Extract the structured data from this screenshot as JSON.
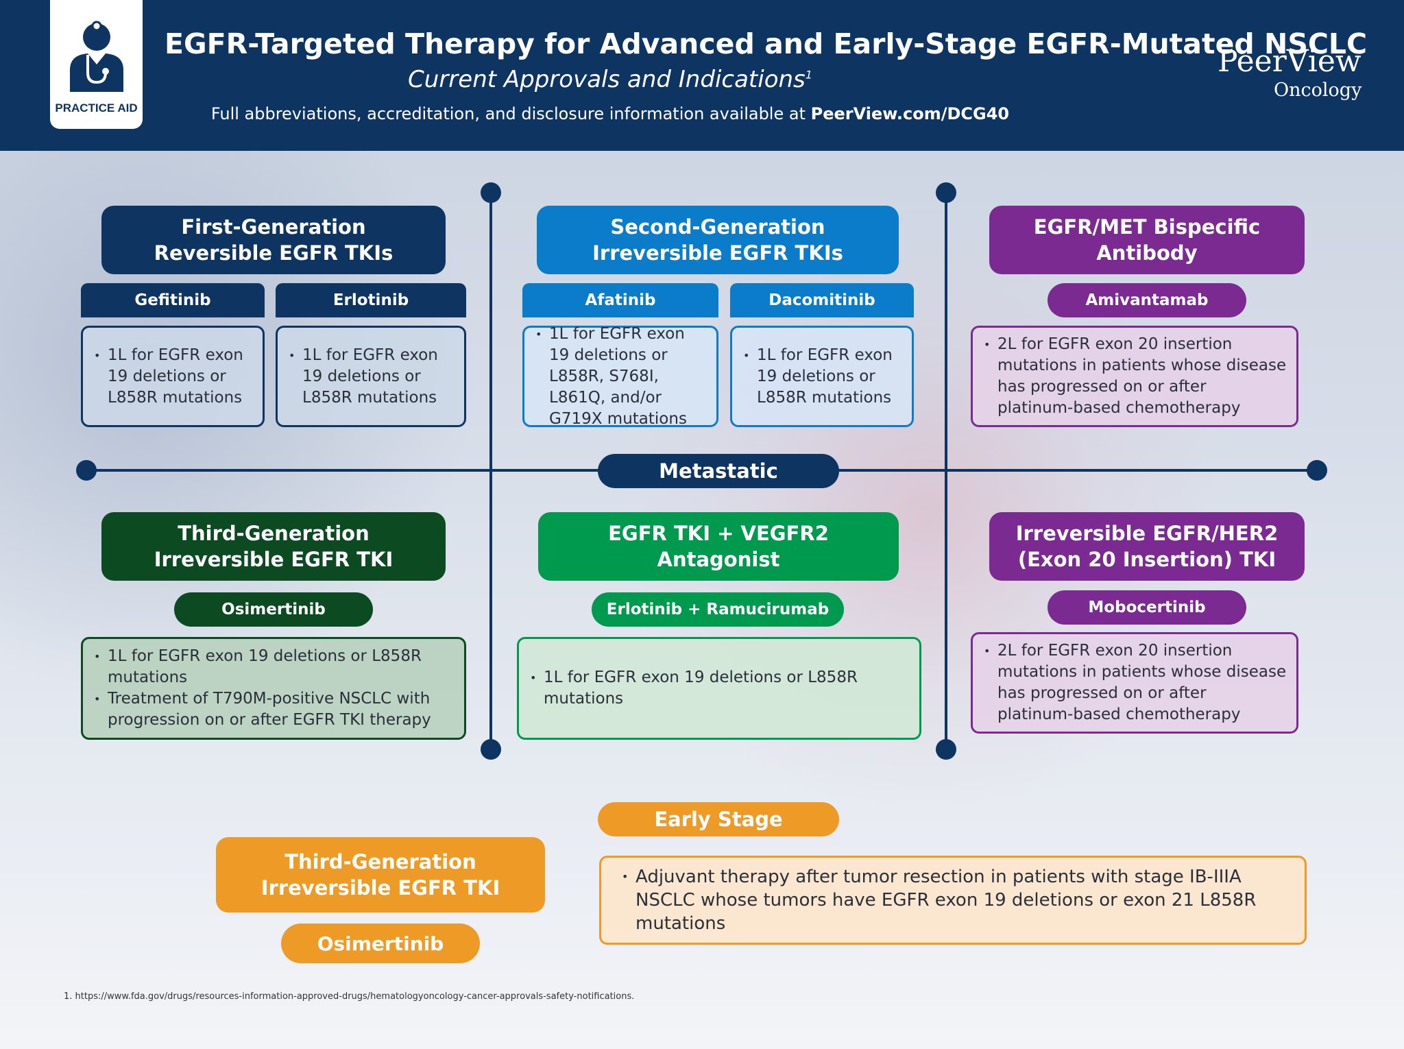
{
  "header": {
    "badge_label": "PRACTICE AID",
    "title": "EGFR-Targeted Therapy for Advanced and Early-Stage EGFR-Mutated NSCLC",
    "subtitle": "Current Approvals and Indications",
    "subtitle_ref": "1",
    "note_text": "Full abbreviations, accreditation, and disclosure information available at ",
    "note_link": "PeerView.com/DCG40",
    "brand_name": "PeerView",
    "brand_sub": "Oncology"
  },
  "sections": {
    "metastatic": "Metastatic",
    "early_stage": "Early Stage"
  },
  "metastatic": {
    "first_gen": {
      "title_line1": "First-Generation",
      "title_line2": "Reversible EGFR TKIs",
      "drugs": [
        {
          "name": "Gefitinib",
          "indications": [
            "1L for EGFR exon 19 deletions or L858R mutations"
          ]
        },
        {
          "name": "Erlotinib",
          "indications": [
            "1L for EGFR exon 19 deletions or L858R mutations"
          ]
        }
      ]
    },
    "second_gen": {
      "title_line1": "Second-Generation",
      "title_line2": "Irreversible EGFR TKIs",
      "drugs": [
        {
          "name": "Afatinib",
          "indications": [
            "1L for EGFR exon 19 deletions or L858R, S768I, L861Q, and/or G719X mutations"
          ]
        },
        {
          "name": "Dacomitinib",
          "indications": [
            "1L for EGFR exon 19 deletions or L858R mutations"
          ]
        }
      ]
    },
    "bispecific": {
      "title_line1": "EGFR/MET Bispecific",
      "title_line2": "Antibody",
      "drug": "Amivantamab",
      "indications": [
        "2L for EGFR exon 20 insertion mutations in patients whose disease has progressed on or after platinum-based chemotherapy"
      ]
    },
    "third_gen": {
      "title_line1": "Third-Generation",
      "title_line2": "Irreversible EGFR TKI",
      "drug": "Osimertinib",
      "indications": [
        "1L for EGFR exon 19 deletions or L858R mutations",
        "Treatment of T790M-positive NSCLC with progression on or after EGFR TKI therapy"
      ]
    },
    "vegfr": {
      "title_line1": "EGFR TKI + VEGFR2",
      "title_line2": "Antagonist",
      "drug": "Erlotinib + Ramucirumab",
      "indications": [
        "1L for EGFR exon 19 deletions or L858R mutations"
      ]
    },
    "her2": {
      "title_line1": "Irreversible EGFR/HER2",
      "title_line2": "(Exon 20 Insertion) TKI",
      "drug": "Mobocertinib",
      "indications": [
        "2L for EGFR exon 20 insertion mutations in patients whose disease has progressed on or after platinum-based chemotherapy"
      ]
    }
  },
  "early": {
    "title_line1": "Third-Generation",
    "title_line2": "Irreversible EGFR TKI",
    "drug": "Osimertinib",
    "indications": [
      "Adjuvant therapy after tumor resection in patients with stage IB-IIIA NSCLC whose tumors have EGFR exon 19 deletions or exon 21 L858R mutations"
    ]
  },
  "footnote": "1. https://www.fda.gov/drugs/resources-information-approved-drugs/hematologyoncology-cancer-approvals-safety-notifications.",
  "colors": {
    "navy": "#0e3461",
    "blue": "#0a7cc9",
    "purple": "#7b2a91",
    "dark_green": "#0c4a22",
    "green": "#009a4e",
    "orange": "#ee9a26"
  }
}
